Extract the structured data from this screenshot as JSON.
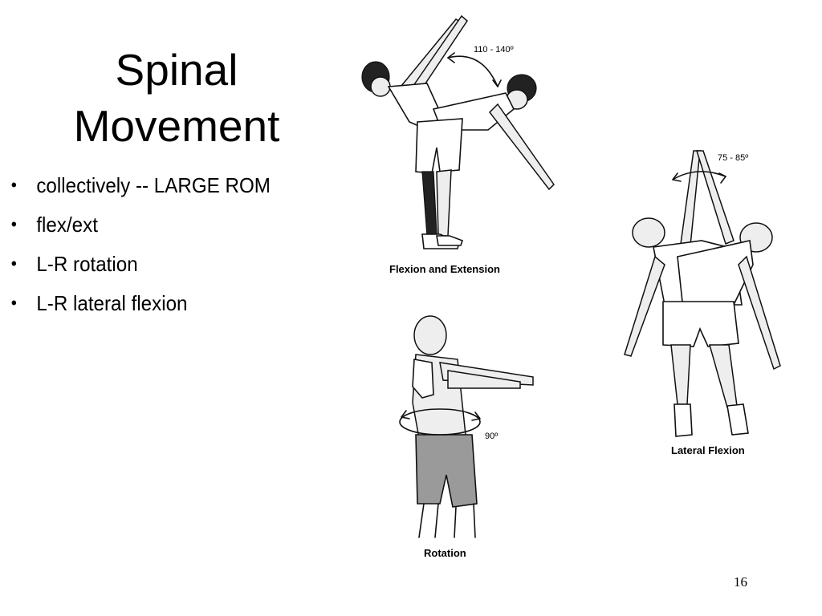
{
  "slide": {
    "title_line1": "Spinal",
    "title_line2": "Movement",
    "bullets": [
      "collectively -- LARGE ROM",
      "flex/ext",
      "L-R rotation",
      "L-R lateral flexion"
    ],
    "page_number": "16"
  },
  "figures": {
    "flexion_extension": {
      "caption": "Flexion and Extension",
      "angle": "110 - 140º"
    },
    "lateral_flexion": {
      "caption": "Lateral Flexion",
      "angle": "75 - 85º"
    },
    "rotation": {
      "caption": "Rotation",
      "angle": "90º"
    }
  }
}
